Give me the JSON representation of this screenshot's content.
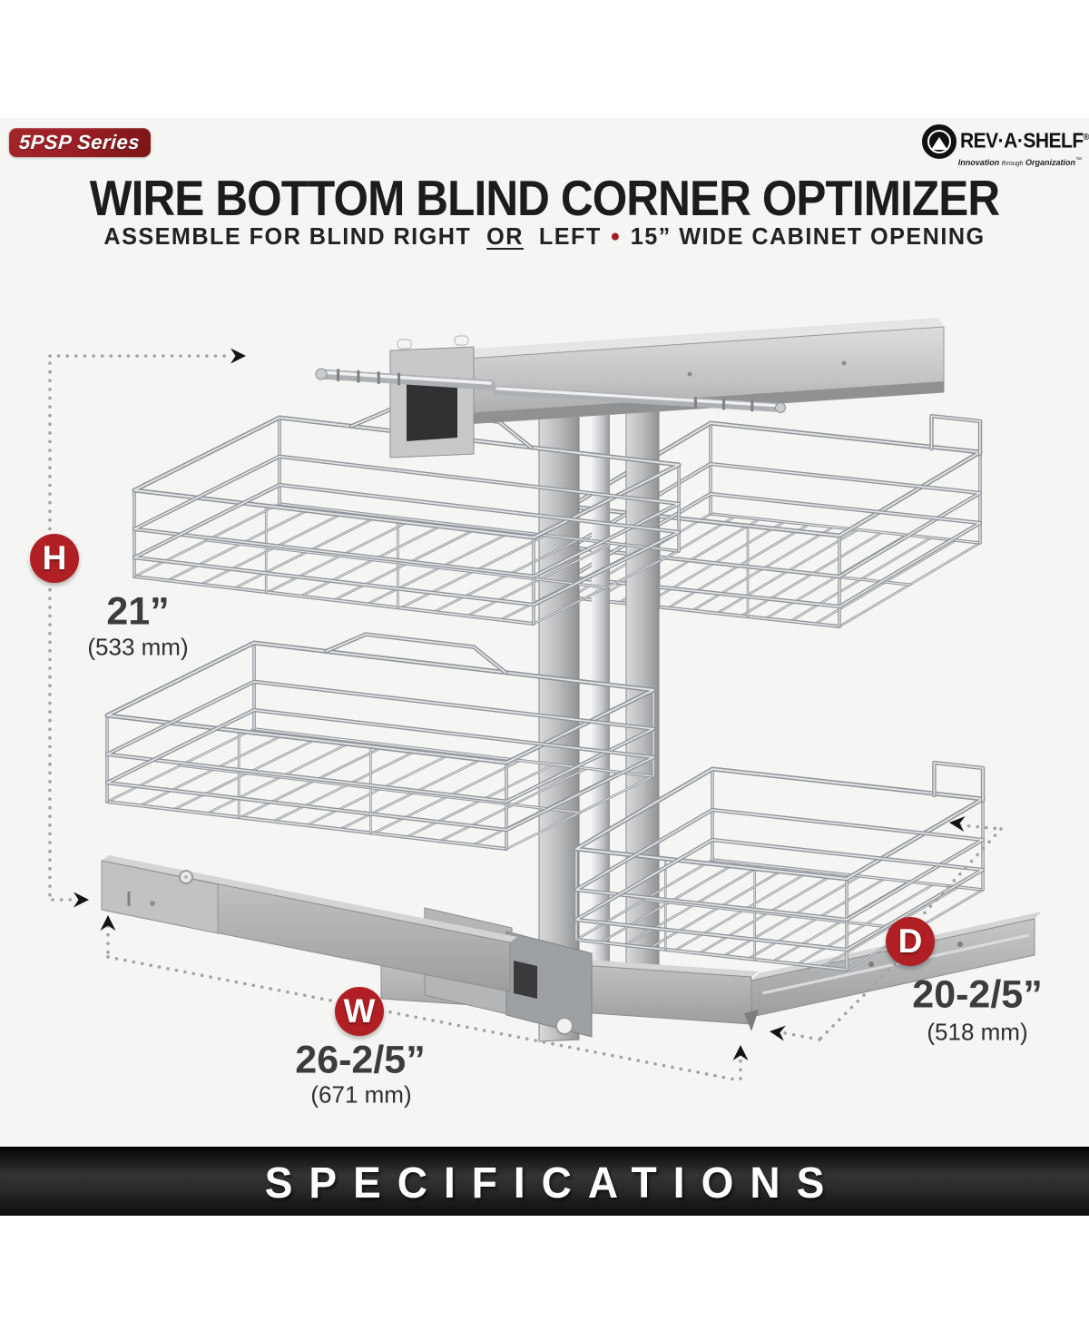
{
  "header": {
    "series_badge": "5PSP Series",
    "logo": {
      "brand": "REV·A·SHELF",
      "registered": "®",
      "tagline_pre": "Innovation",
      "tagline_mid": "through",
      "tagline_post": "Organization",
      "trademark": "™"
    },
    "title": "WIRE BOTTOM BLIND CORNER OPTIMIZER",
    "subtitle": {
      "pre": "ASSEMBLE FOR BLIND RIGHT",
      "or_word": "OR",
      "mid": "LEFT",
      "bullet": "●",
      "post": "15” WIDE CABINET OPENING"
    }
  },
  "dimensions": {
    "height": {
      "letter": "H",
      "value": "21”",
      "metric": "(533 mm)"
    },
    "width": {
      "letter": "W",
      "value": "26-2/5”",
      "metric": "(671 mm)"
    },
    "depth": {
      "letter": "D",
      "value": "20-2/5”",
      "metric": "(518 mm)"
    }
  },
  "footer": {
    "banner": "SPECIFICATIONS"
  },
  "colors": {
    "accent_red": "#b01f24",
    "banner_bg": "#111111",
    "content_bg": "#f5f5f3",
    "wire_chrome": "#9fa4a8",
    "metal_gray": "#b5b7b9"
  },
  "product": {
    "illustration": "two-tier chrome wire blind-corner pull-out organizer with gray slide base"
  }
}
